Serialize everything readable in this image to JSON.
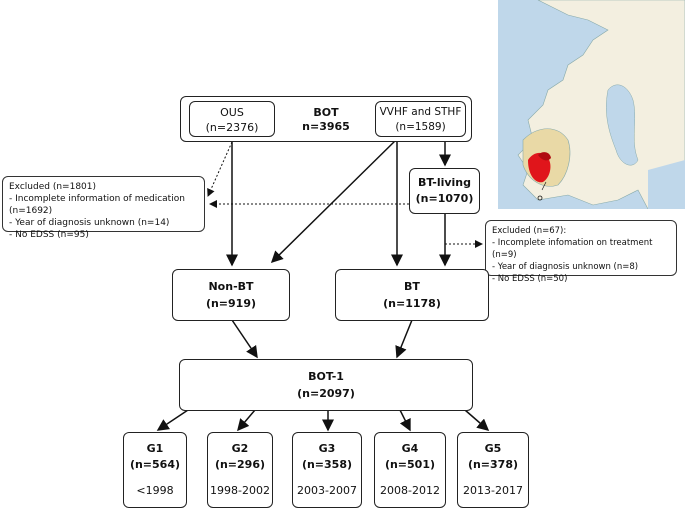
{
  "bot": {
    "title": "BOT",
    "count": "n=3965",
    "ous": {
      "name": "OUS",
      "count": "(n=2376)"
    },
    "vvhf": {
      "name": "VVHF and STHF",
      "count": "(n=1589)"
    }
  },
  "bt_living": {
    "title": "BT-living",
    "count": "(n=1070)"
  },
  "excluded_1": {
    "title": "Excluded (n=1801)",
    "items": [
      "- Incomplete information of medication (n=1692)",
      "- Year of diagnosis unknown (n=14)",
      "- No EDSS (n=95)"
    ]
  },
  "excluded_2": {
    "title": "Excluded (n=67):",
    "items": [
      "- Incomplete infomation on treatment (n=9)",
      "- Year of diagnosis unknown (n=8)",
      "- No EDSS (n=50)"
    ]
  },
  "non_bt": {
    "title": "Non-BT",
    "count": "(n=919)"
  },
  "bt": {
    "title": "BT",
    "count": "(n=1178)"
  },
  "bot1": {
    "title": "BOT-1",
    "count": "(n=2097)"
  },
  "groups": [
    {
      "name": "G1",
      "count": "(n=564)",
      "years": "<1998"
    },
    {
      "name": "G2",
      "count": "(n=296)",
      "years": "1998-2002"
    },
    {
      "name": "G3",
      "count": "(n=358)",
      "years": "2003-2007"
    },
    {
      "name": "G4",
      "count": "(n=501)",
      "years": "2008-2012"
    },
    {
      "name": "G5",
      "count": "(n=378)",
      "years": "2013-2017"
    }
  ],
  "map": {
    "description_icon": "norway-map-icon",
    "sea_color": "#bfd7ea",
    "land_color": "#f3efe0",
    "region_color": "#e0151b",
    "highlight_color": "#e9d9a6"
  }
}
